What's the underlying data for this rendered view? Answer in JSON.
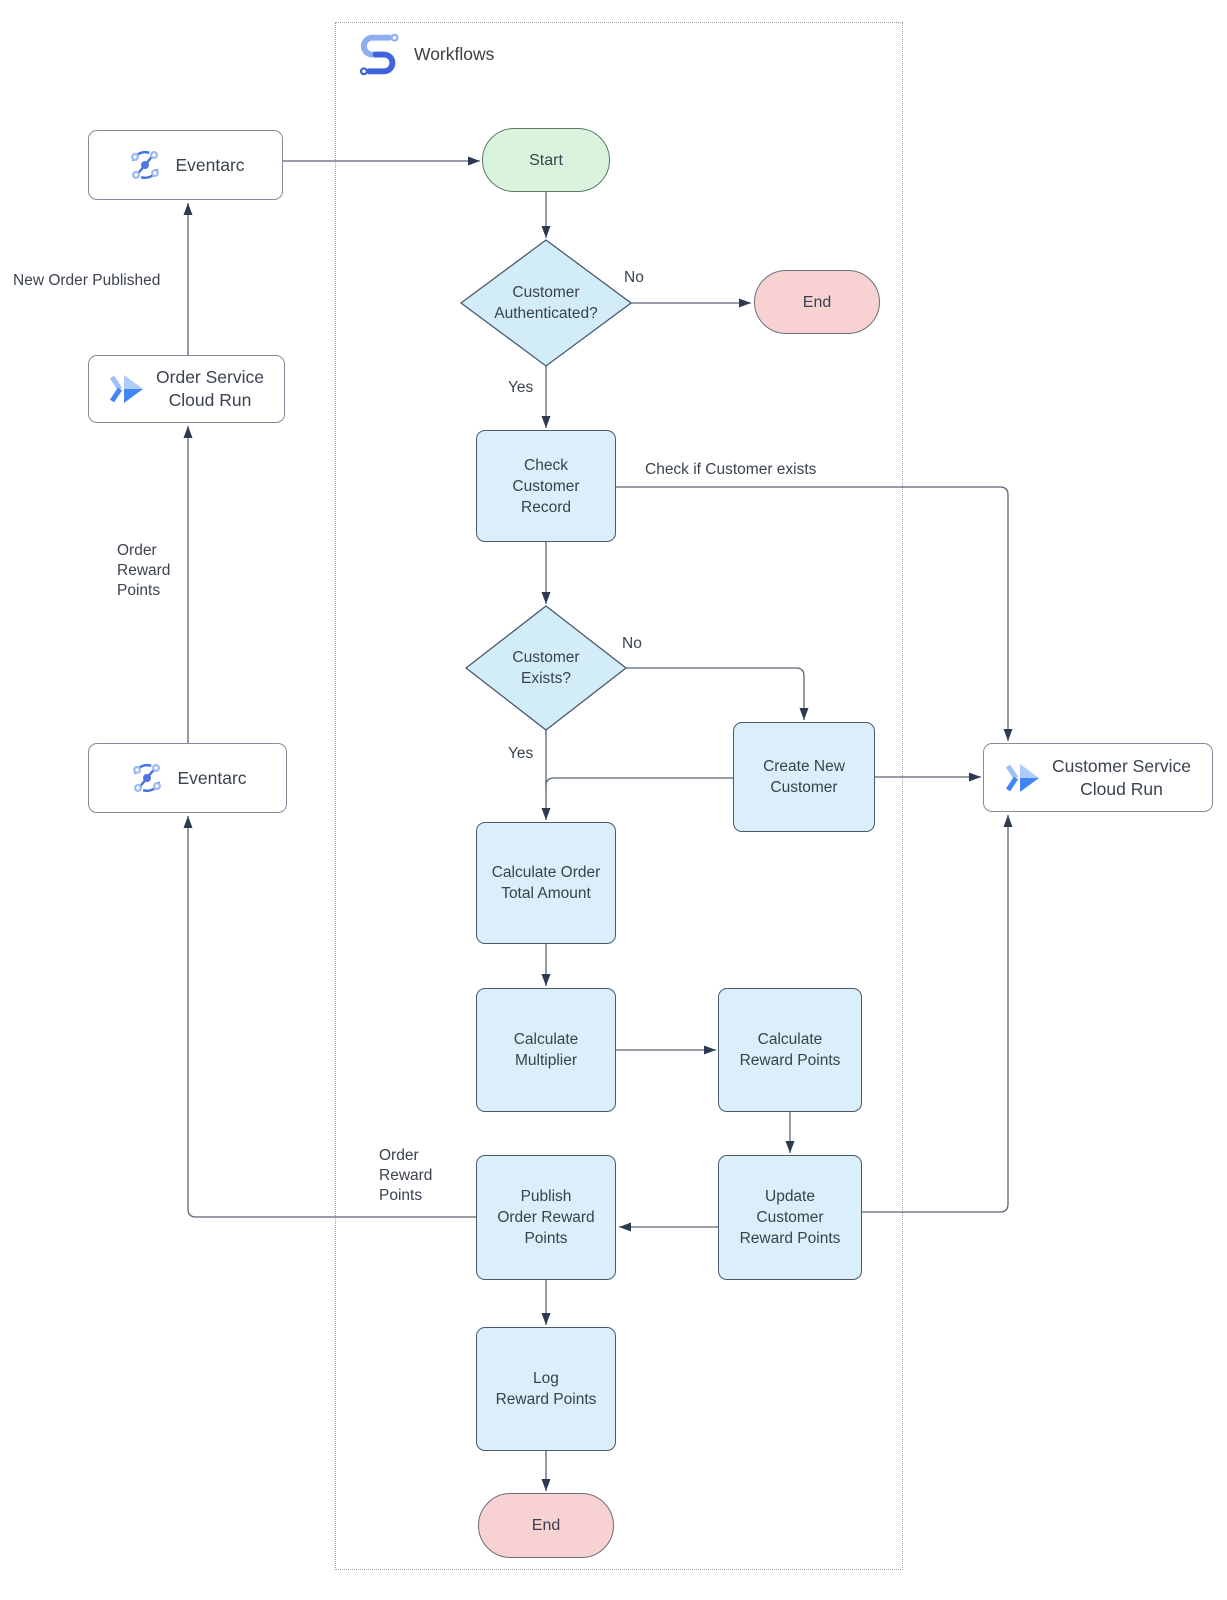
{
  "title": "Workflows",
  "nodes": {
    "eventarc_top": "Eventarc",
    "order_service": "Order Service\nCloud Run",
    "eventarc_bottom": "Eventarc",
    "customer_service": "Customer Service\nCloud Run",
    "start": "Start",
    "customer_authenticated": "Customer\nAuthenticated?",
    "end_top": "End",
    "check_customer_record": "Check\nCustomer\nRecord",
    "customer_exists": "Customer\nExists?",
    "create_new_customer": "Create New\nCustomer",
    "calculate_order_total": "Calculate Order\nTotal Amount",
    "calculate_multiplier": "Calculate\nMultiplier",
    "calculate_reward_points": "Calculate\nReward Points",
    "update_customer_reward_points": "Update\nCustomer\nReward Points",
    "publish_order_reward_points": "Publish\nOrder Reward\nPoints",
    "log_reward_points": "Log\nReward Points",
    "end_bottom": "End"
  },
  "edge_labels": {
    "authenticated_no": "No",
    "authenticated_yes": "Yes",
    "check_if_customer_exists": "Check if Customer exists",
    "exists_no": "No",
    "exists_yes": "Yes",
    "new_order_published": "New Order Published",
    "order_reward_points_left": "Order\nReward\nPoints",
    "order_reward_points_publish": "Order\nReward\nPoints"
  },
  "colors": {
    "process_fill": "#daeff9",
    "process_stroke": "#4a5a6e",
    "decision_fill": "#d2ecf9",
    "start_fill": "#d9f3dd",
    "start_stroke": "#5f7a66",
    "end_fill": "#f8d1d3",
    "end_stroke": "#6a6f7a",
    "service_fill": "#ffffff",
    "service_stroke": "#848c9b",
    "edge_line": "#5b6472",
    "arrowhead": "#2c3a50",
    "container_border": "#9aa0a6",
    "icon_blue": "#4285f4",
    "icon_blue_light": "#9db9f3",
    "icon_blue_dark": "#3f63d8",
    "text": "#39424e"
  }
}
